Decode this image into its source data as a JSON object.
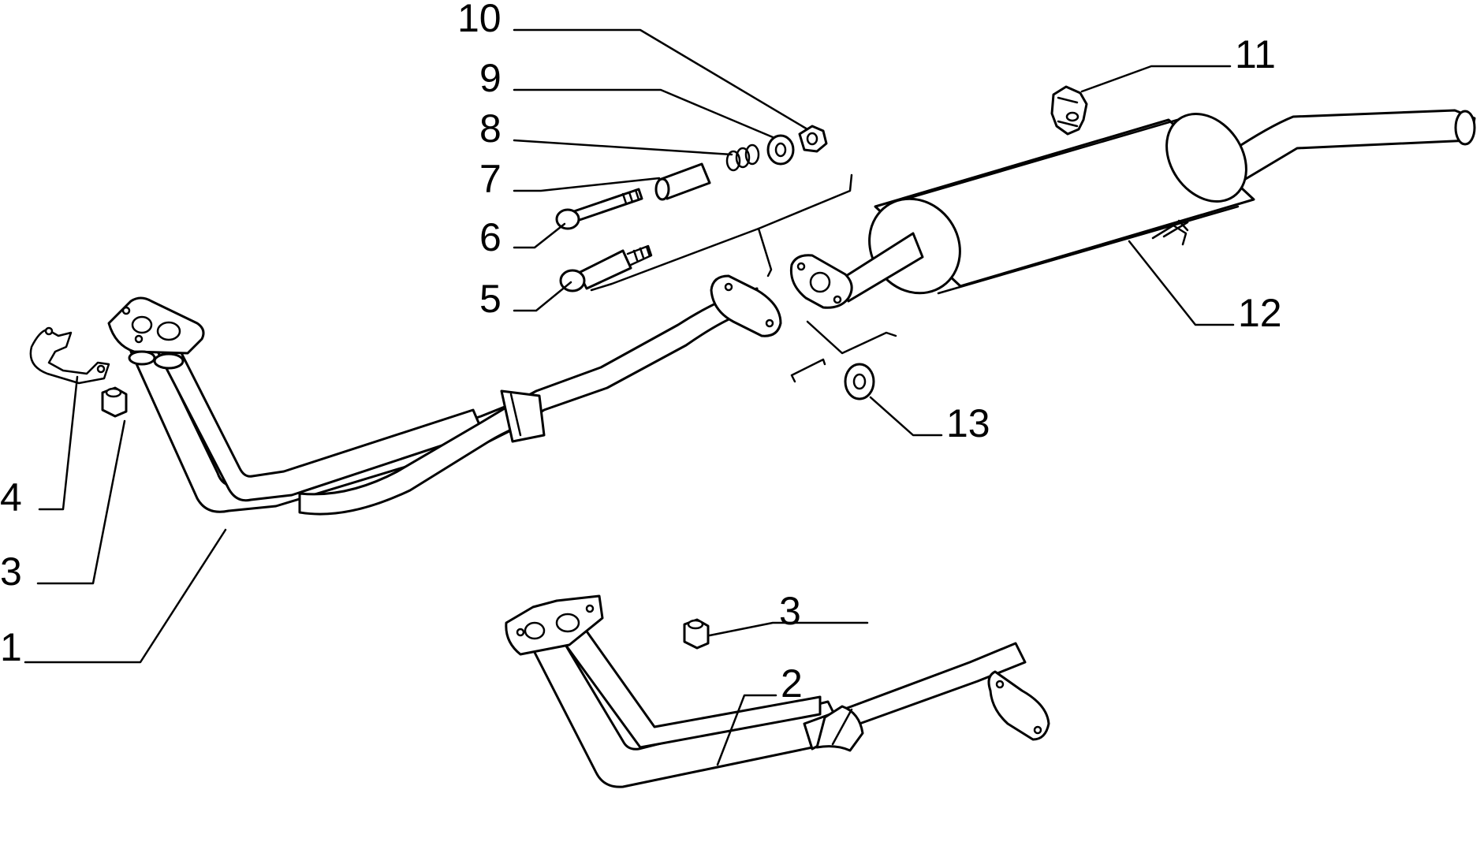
{
  "callouts": [
    {
      "id": "c1",
      "text": "1"
    },
    {
      "id": "c2",
      "text": "2"
    },
    {
      "id": "c3a",
      "text": "3"
    },
    {
      "id": "c3b",
      "text": "3"
    },
    {
      "id": "c4",
      "text": "4"
    },
    {
      "id": "c5",
      "text": "5"
    },
    {
      "id": "c6",
      "text": "6"
    },
    {
      "id": "c7",
      "text": "7"
    },
    {
      "id": "c8",
      "text": "8"
    },
    {
      "id": "c9",
      "text": "9"
    },
    {
      "id": "c10",
      "text": "10"
    },
    {
      "id": "c11",
      "text": "11"
    },
    {
      "id": "c12",
      "text": "12"
    },
    {
      "id": "c13",
      "text": "13"
    }
  ]
}
